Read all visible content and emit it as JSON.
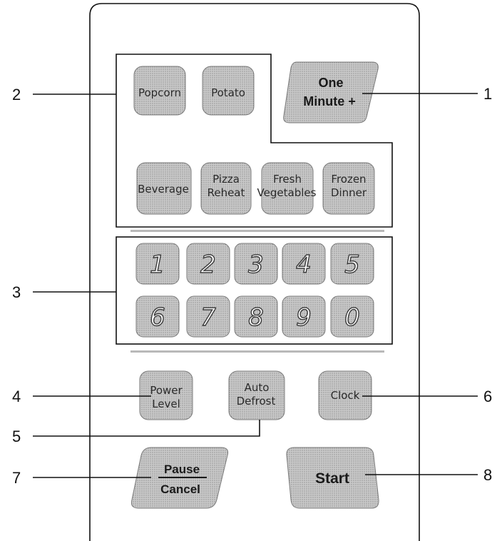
{
  "callouts": {
    "c1": "1",
    "c2": "2",
    "c3": "3",
    "c4": "4",
    "c5": "5",
    "c6": "6",
    "c7": "7",
    "c8": "8"
  },
  "buttons": {
    "popcorn": "Popcorn",
    "potato": "Potato",
    "one_minute": [
      "One",
      "Minute +"
    ],
    "beverage": "Beverage",
    "pizza_reheat": [
      "Pizza",
      "Reheat"
    ],
    "fresh_vegetables": [
      "Fresh",
      "Vegetables"
    ],
    "frozen_dinner": [
      "Frozen",
      "Dinner"
    ],
    "power_level": [
      "Power",
      "Level"
    ],
    "auto_defrost": [
      "Auto",
      "Defrost"
    ],
    "clock": "Clock",
    "pause_cancel": [
      "Pause",
      "Cancel"
    ],
    "start": "Start"
  },
  "keypad": {
    "row1": [
      "1",
      "2",
      "3",
      "4",
      "5"
    ],
    "row2": [
      "6",
      "7",
      "8",
      "9",
      "0"
    ]
  }
}
